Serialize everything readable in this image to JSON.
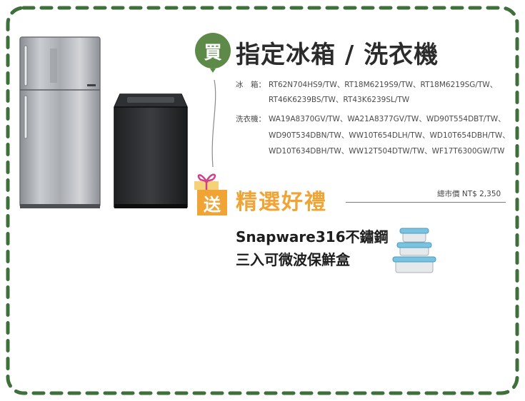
{
  "buy": {
    "badge": "買",
    "title": "指定冰箱 / 洗衣機"
  },
  "fridge": {
    "label": "冰　箱：",
    "models_line1": "RT62N704HS9/TW、RT18M6219S9/TW、RT18M6219SG/TW、",
    "models_line2": "RT46K6239BS/TW、RT43K6239SL/TW"
  },
  "washer": {
    "label": "洗衣機：",
    "models_line1": "WA19A8370GV/TW、WA21A8377GV/TW、WD90T554DBT/TW、",
    "models_line2": "WD90T534DBN/TW、WW10T654DLH/TW、WD10T654DBH/TW、",
    "models_line3": "WD10T634DBH/TW、WW12T504DTW/TW、WF17T6300GW/TW"
  },
  "gift": {
    "badge": "送",
    "title": "精選好禮",
    "price": "總市價 NT$ 2,350",
    "name_line1": "Snapware316不鏽鋼",
    "name_line2": "三入可微波保鮮盒"
  },
  "colors": {
    "frame_green": "#3f6f3a",
    "balloon_green": "#5d8a48",
    "gift_orange": "#f0a436"
  },
  "icons": [
    "balloon-icon",
    "gift-box-icon"
  ]
}
